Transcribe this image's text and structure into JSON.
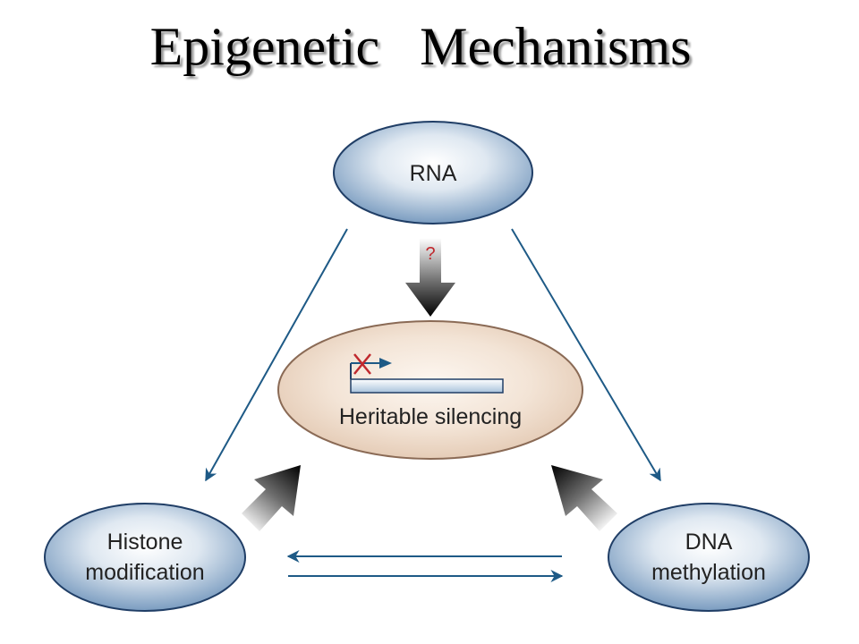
{
  "slide": {
    "title": "Epigenetic   Mechanisms"
  },
  "diagram": {
    "nodes": {
      "rna": {
        "label": "RNA"
      },
      "center": {
        "label": "Heritable silencing",
        "question_mark": "?"
      },
      "histone": {
        "line1": "Histone",
        "line2": "modification"
      },
      "dna": {
        "line1": "DNA",
        "line2": "methylation"
      }
    },
    "colors": {
      "node_fill": "#7a9cc0",
      "center_fill": "#ecd8c7",
      "thin_arrow": "#1e5a86",
      "question_mark": "#c0282d"
    }
  }
}
